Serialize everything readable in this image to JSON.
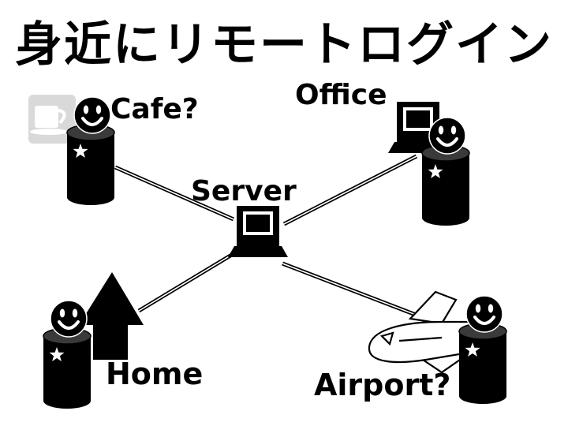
{
  "slide": {
    "title": "身近にリモートログイン"
  },
  "nodes": {
    "server": {
      "label": "Server"
    },
    "office": {
      "label": "Office"
    },
    "cafe": {
      "label": "Cafe?"
    },
    "home": {
      "label": "Home"
    },
    "airport": {
      "label": "Airport?"
    }
  },
  "colors": {
    "ink": "#000000",
    "background": "#ffffff",
    "cup": "#d9d9d9"
  },
  "icons": [
    "coffee-cup-icon",
    "house-icon",
    "airplane-icon",
    "computer-icon",
    "smiley-user-icon",
    "star-icon"
  ]
}
